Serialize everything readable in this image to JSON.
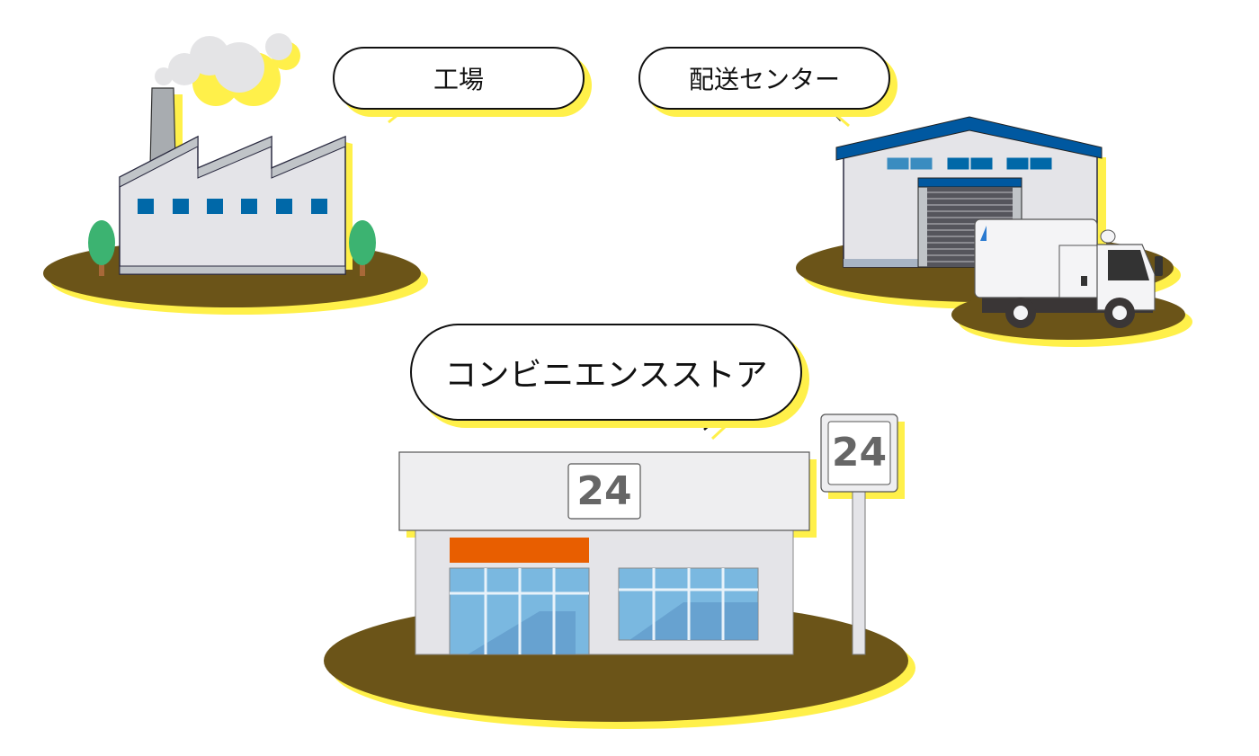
{
  "labels": {
    "factory": "工場",
    "distribution_center": "配送センター",
    "convenience_store": "コンビニエンスストア"
  },
  "store": {
    "roof_sign": "24",
    "pole_sign": "24"
  },
  "colors": {
    "ground": "#6b5418",
    "shadow": "#fff04a",
    "building": "#e4e4e8",
    "window_blue": "#0068a8",
    "roof_blue": "#0058a0",
    "store_orange": "#e85e00",
    "glass": "#7ab8e0",
    "tree": "#3cb371"
  }
}
